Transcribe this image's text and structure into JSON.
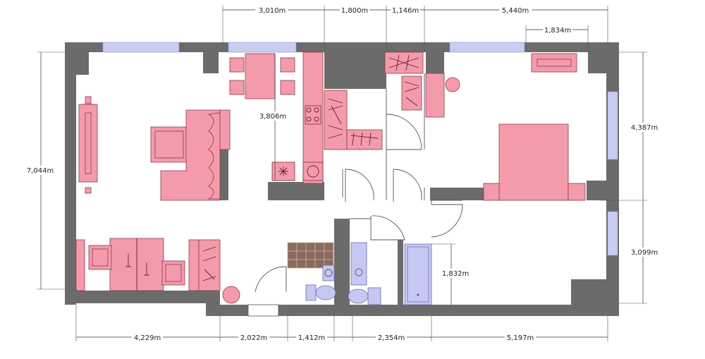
{
  "dimensions": {
    "top": [
      "3,010m",
      "1,800m",
      "1,146m",
      "5,440m"
    ],
    "bedroom_window": "1,834m",
    "bottom": [
      "4,229m",
      "2,022m",
      "1,412m",
      "2,354m",
      "5,197m"
    ],
    "left_height": "7,044m",
    "right_upper": "4,387m",
    "right_lower": "3,099m",
    "kitchen_height": "3,806m",
    "bathroom_height": "1,832m"
  }
}
